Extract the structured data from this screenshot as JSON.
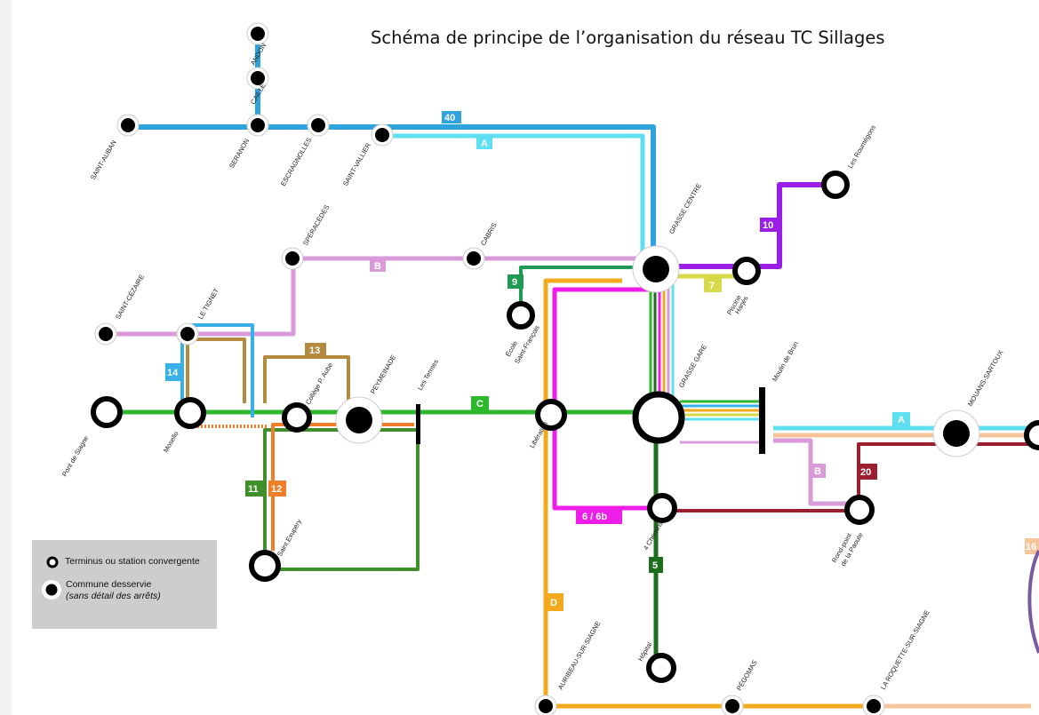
{
  "title": "Schéma de principe de l’organisation du réseau TC Sillages",
  "colors": {
    "line_40": "#2fa3dd",
    "line_A": "#5fe0f2",
    "line_B": "#d89ad8",
    "line_C": "#2eb82e",
    "line_D": "#f2a91e",
    "line_5": "#1e6e1e",
    "line_6": "#ee1ee8",
    "line_7": "#d6d94a",
    "line_9": "#1e9a55",
    "line_10": "#9b1ee6",
    "line_11": "#3f8f2a",
    "line_12": "#f07d28",
    "line_13": "#b48a3f",
    "line_14": "#37b0e8",
    "line_20": "#9b1f2e",
    "line_16": "#f5c49a",
    "legend_bg": "#cdcdcd"
  },
  "line_badges": {
    "l40": "40",
    "lA_top": "A",
    "l10": "10",
    "lB": "B",
    "l9": "9",
    "l7": "7",
    "l13": "13",
    "l14": "14",
    "lC": "C",
    "lA_right": "A",
    "l20": "20",
    "lB_low": "B",
    "l11": "11",
    "l12": "12",
    "l6": "6 / 6b",
    "l5": "5",
    "lD": "D",
    "l16": "16"
  },
  "stops": {
    "andon": "ANDON",
    "caille": "CAILLE",
    "seranon": "SERANON",
    "saint_auban": "SAINT-AUBAN",
    "escragnolles": "ESCRAGNOLLES",
    "saint_vallier": "SAINT-VALLIER",
    "grasse_centre": "GRASSE CENTRE",
    "les_roumegons": "Les Roumégons",
    "speracedes": "SPÉRACÈDES",
    "cabris": "CABRIS",
    "saint_cezaire": "SAINT-CÉZAIRE",
    "le_tignet": "LE TIGNET",
    "ecole_st_francois_1": "École",
    "ecole_st_francois_2": "Saint-François",
    "piscine_harjes_1": "Piscine",
    "piscine_harjes_2": "Harjès",
    "grasse_gare": "GRASSE GARE",
    "moulin_de_brun": "Moulin de Brun",
    "mouans_sartoux": "MOUANS-SARTOUX",
    "pont_de_siagne": "Pont de Siagne",
    "mosello": "Mosello",
    "college_aube": "Collège P. Aube",
    "peymeinade": "PEYMEINADE",
    "les_termes": "Les Termes",
    "liberation": "Libération",
    "saint_exupery": "Saint Exupéry",
    "quatre_chemins": "4 Chemins",
    "rond_point_1": "Rond-point",
    "rond_point_2": "de la Paoute",
    "hopital": "Hôpital",
    "auribeau": "AURIBEAU-SUR-SIAGNE",
    "pegomas": "PÉGOMAS",
    "la_roquette": "LA ROQUETTE-SUR-SIAGNE"
  },
  "legend": {
    "terminus": "Terminus ou station convergente",
    "commune": "Commune desservie",
    "commune_note": "(sans détail des arrêts)"
  }
}
